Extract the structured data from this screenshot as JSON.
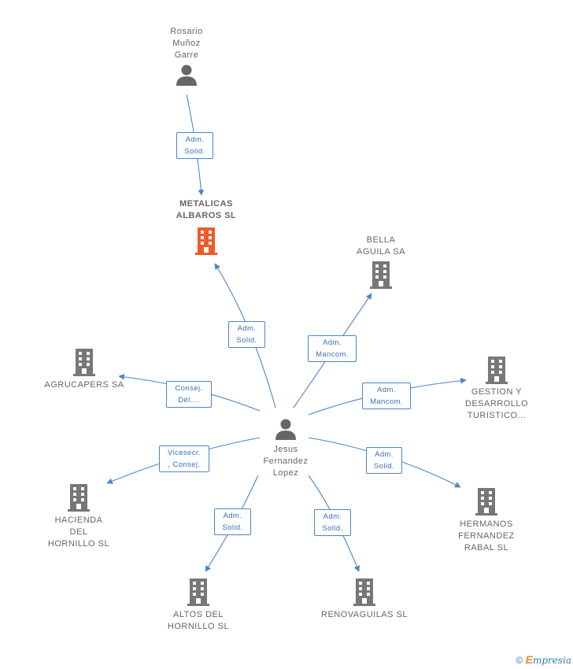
{
  "colors": {
    "edge": "#4a86c8",
    "company_icon": "#777777",
    "focus_icon": "#f05a28",
    "person_icon": "#666666"
  },
  "nodes": {
    "rosario": {
      "label": "Rosario\nMuñoz\nGarre",
      "icon": "person-icon"
    },
    "metalicas": {
      "label": "METALICAS\nALBAROS SL",
      "icon": "building-icon"
    },
    "bella": {
      "label": "BELLA\nAGUILA SA",
      "icon": "building-icon"
    },
    "agrucapers": {
      "label": "AGRUCAPERS SA",
      "icon": "building-icon"
    },
    "gestion": {
      "label": "GESTION Y\nDESARROLLO\nTURISTICO...",
      "icon": "building-icon"
    },
    "jesus": {
      "label": "Jesus\nFernandez\nLopez",
      "icon": "person-icon"
    },
    "hacienda": {
      "label": "HACIENDA\nDEL\nHORNILLO SL",
      "icon": "building-icon"
    },
    "hermanos": {
      "label": "HERMANOS\nFERNANDEZ\nRABAL SL",
      "icon": "building-icon"
    },
    "altos": {
      "label": "ALTOS DEL\nHORNILLO SL",
      "icon": "building-icon"
    },
    "renovaguilas": {
      "label": "RENOVAGUILAS SL",
      "icon": "building-icon"
    }
  },
  "edges": {
    "rosario_metalicas": "Adm.\nSolid.",
    "jesus_metalicas": "Adm.\nSolid.",
    "jesus_bella": "Adm.\nMancom.",
    "jesus_agrucapers": "Consej.\nDel....",
    "jesus_gestion": "Adm.\nMancom.",
    "jesus_hacienda": "Vicesecr.\n, Consej.",
    "jesus_hermanos": "Adm.\nSolid.",
    "jesus_altos": "Adm.\nSolid.",
    "jesus_renovaguilas": "Adm.\nSolid."
  },
  "footer": {
    "copyright": "©",
    "brand_e": "E",
    "brand_rest": "mpresia"
  }
}
